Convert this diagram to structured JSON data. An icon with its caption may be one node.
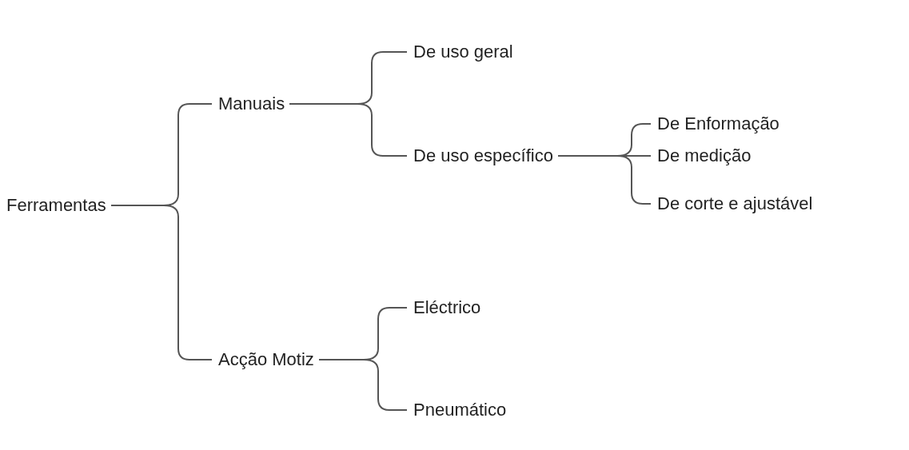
{
  "diagram": {
    "nodes": [
      {
        "text": [
          "Ferramentas"
        ]
      },
      {
        "text": [
          "Manuais"
        ]
      },
      {
        "text": [
          "De uso geral"
        ]
      },
      {
        "text": [
          "De uso específico"
        ]
      },
      {
        "text": [
          "De Enformação"
        ]
      },
      {
        "text": [
          "De medição"
        ]
      },
      {
        "text": [
          "De corte e ajustável"
        ]
      },
      {
        "text": [
          "Acção Motiz"
        ]
      },
      {
        "text": [
          "Eléctrico"
        ]
      },
      {
        "text": [
          "Pneumático"
        ]
      }
    ],
    "edges": [
      {
        "from": 0,
        "to": 1,
        "arrow": "none"
      },
      {
        "from": 0,
        "to": 7,
        "arrow": "none"
      },
      {
        "from": 1,
        "to": 2,
        "arrow": "none"
      },
      {
        "from": 1,
        "to": 3,
        "arrow": "none"
      },
      {
        "from": 3,
        "to": 4,
        "arrow": "none"
      },
      {
        "from": 3,
        "to": 5,
        "arrow": "none"
      },
      {
        "from": 3,
        "to": 6,
        "arrow": "none"
      },
      {
        "from": 7,
        "to": 8,
        "arrow": "none"
      },
      {
        "from": 7,
        "to": 9,
        "arrow": "none"
      }
    ]
  }
}
